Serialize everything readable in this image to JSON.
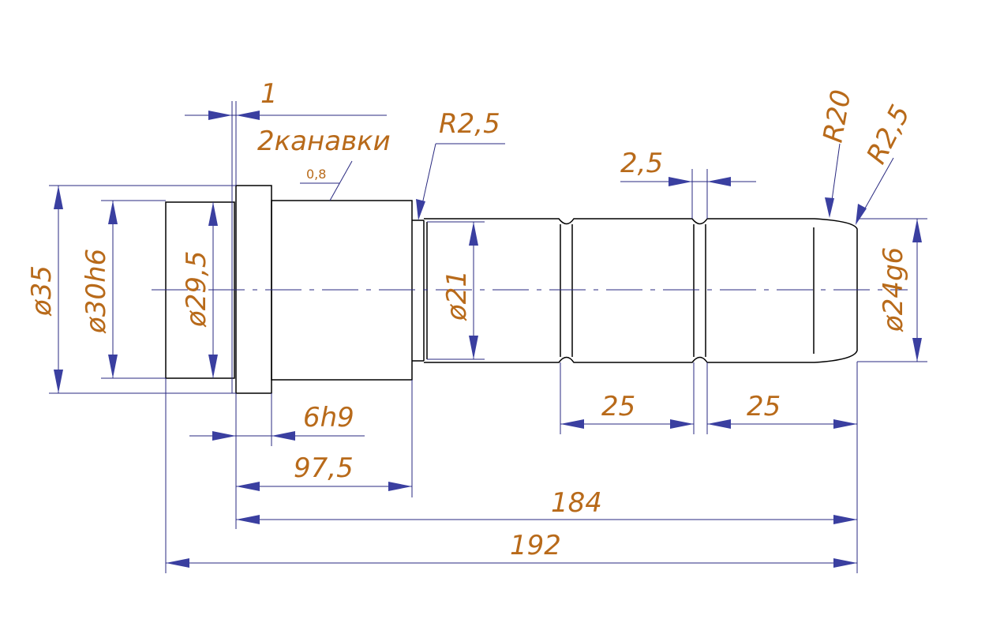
{
  "dimensions": {
    "d35": "ø35",
    "d30h6": "ø30h6",
    "d29_5": "ø29,5",
    "d21": "ø21",
    "d24g6": "ø24g6",
    "len1": "1",
    "grooves": "2канавки",
    "roughness": "0,8",
    "r2_5_left": "R2,5",
    "len2_5": "2,5",
    "r20": "R20",
    "r2_5_right": "R2,5",
    "w6h9": "6h9",
    "len97_5": "97,5",
    "len25_a": "25",
    "len25_b": "25",
    "len184": "184",
    "len192": "192"
  },
  "colors": {
    "part_line": "#000000",
    "dimension_line": "#2a2a80",
    "arrow": "#3a3fa0",
    "dimension_text": "#b86a1a"
  }
}
